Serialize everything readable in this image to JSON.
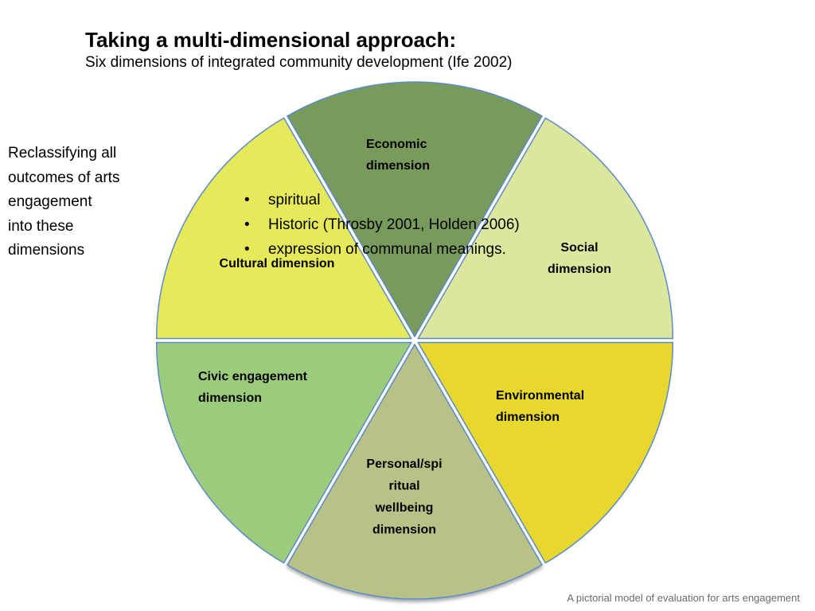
{
  "header": {
    "title": "Taking a multi-dimensional approach:",
    "subtitle": "Six dimensions of integrated community development    (Ife 2002)"
  },
  "side_note": {
    "lines": [
      "Reclassifying all",
      "outcomes of arts",
      "engagement",
      "into these",
      "dimensions"
    ]
  },
  "wheel": {
    "segments": [
      {
        "id": "economic",
        "fill": "#789a5c",
        "label_lines": [
          "Economic",
          "dimension"
        ]
      },
      {
        "id": "social",
        "fill": "#dce69d",
        "label_lines": [
          "Social",
          "dimension"
        ]
      },
      {
        "id": "environmental",
        "fill": "#e8d72c",
        "label_lines": [
          "Environmental",
          "dimension"
        ]
      },
      {
        "id": "personal",
        "fill": "#b9c286",
        "label_lines": [
          "Personal/spi",
          "ritual",
          "wellbeing",
          "dimension"
        ]
      },
      {
        "id": "civic",
        "fill": "#9bcc7c",
        "label_lines": [
          "Civic engagement",
          "dimension"
        ]
      },
      {
        "id": "cultural",
        "fill": "#e6e95a",
        "label_lines": [
          "Cultural dimension"
        ]
      }
    ],
    "outline_color": "#5b8bc9"
  },
  "bullets": [
    "spiritual",
    "Historic (Throsby 2001, Holden 2006)",
    "expression of communal meanings."
  ],
  "footer": "A pictorial model of evaluation for arts engagement"
}
